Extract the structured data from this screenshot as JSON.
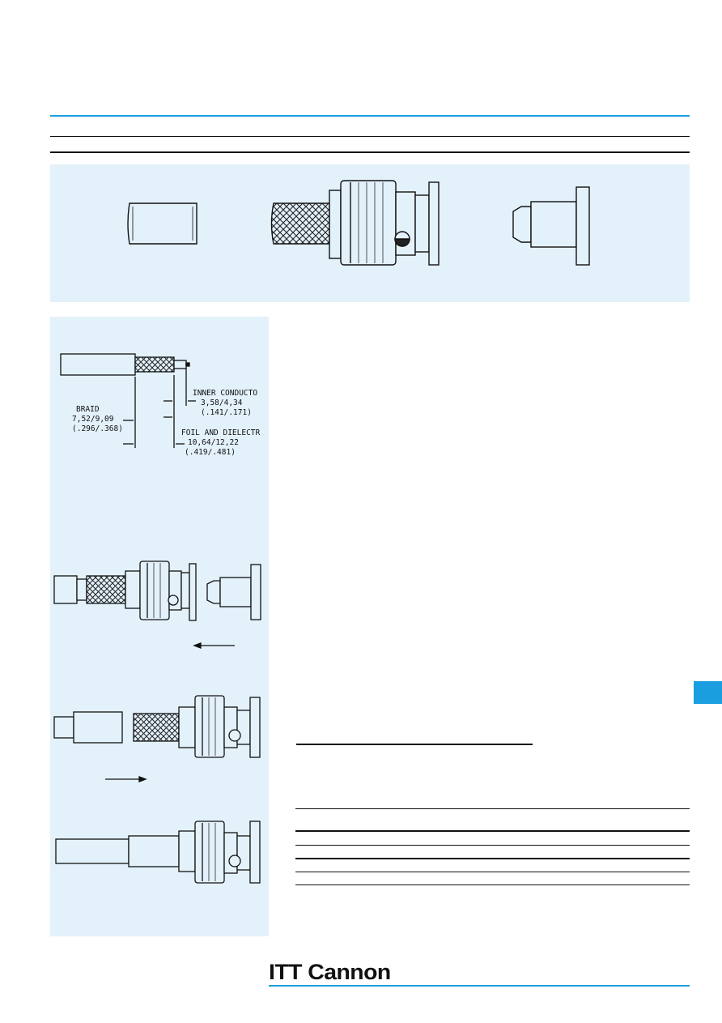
{
  "brand": {
    "logo_text": "ITT Cannon",
    "accent_color": "#1a9ee0",
    "panel_color": "#e3f1fb"
  },
  "components_panel": {
    "items": [
      "ferrule-part",
      "bnc-plug-body-part",
      "contact-insert-part"
    ]
  },
  "cable_strip_diagram": {
    "braid_label": "BRAID",
    "braid_mm": "7,52/9,09",
    "braid_in": "(.296/.368)",
    "inner_label": "INNER CONDUCTO",
    "inner_mm": "3,58/4,34",
    "inner_in": "(.141/.171)",
    "foil_label": "FOIL AND DIELECTR",
    "foil_mm": "10,64/12,22",
    "foil_in": "(.419/.481)"
  },
  "assembly_steps": [
    "step-insert-contact",
    "step-slide-ferrule",
    "step-crimped-assembly"
  ]
}
